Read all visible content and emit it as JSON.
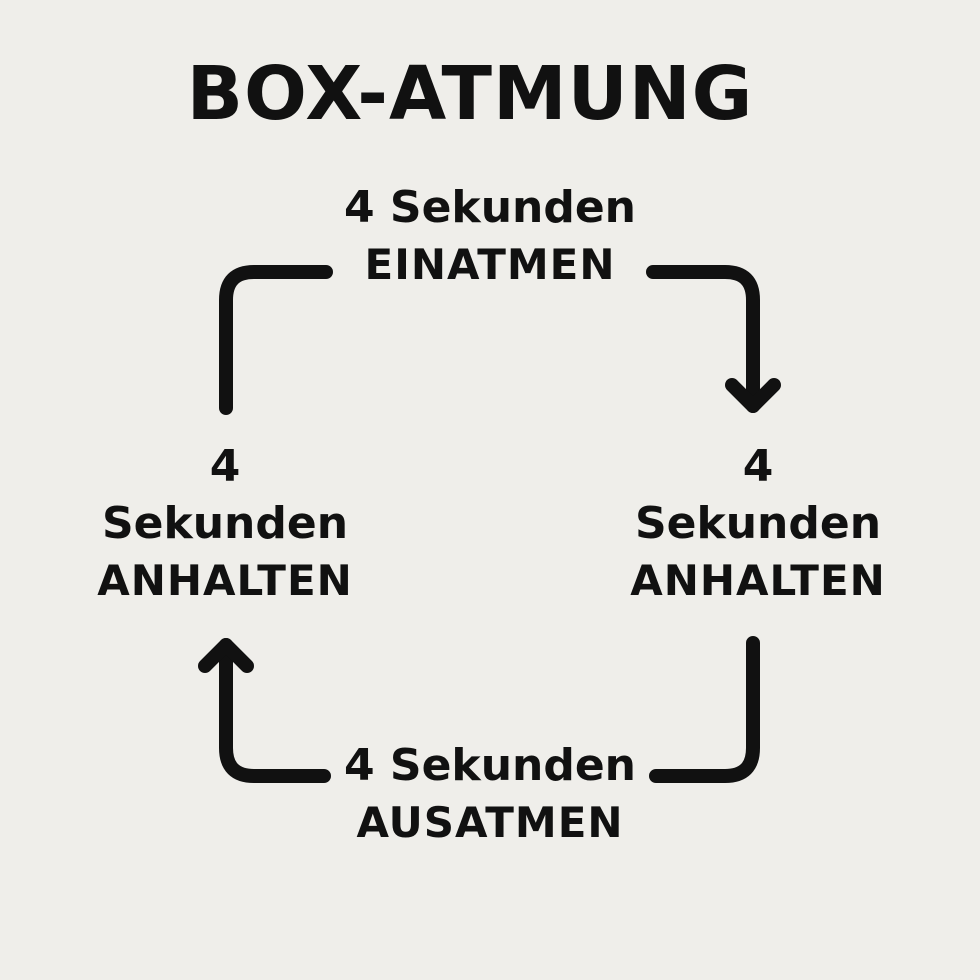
{
  "title": "BOX-ATMUNG",
  "steps": {
    "top": {
      "duration": "4 Sekunden",
      "action": "EINATMEN"
    },
    "right": {
      "number": "4",
      "unit": "Sekunden",
      "action": "ANHALTEN"
    },
    "bottom": {
      "duration": "4 Sekunden",
      "action": "AUSATMEN"
    },
    "left": {
      "number": "4",
      "unit": "Sekunden",
      "action": "ANHALTEN"
    }
  },
  "colors": {
    "background": "#efeeea",
    "ink": "#111111"
  }
}
